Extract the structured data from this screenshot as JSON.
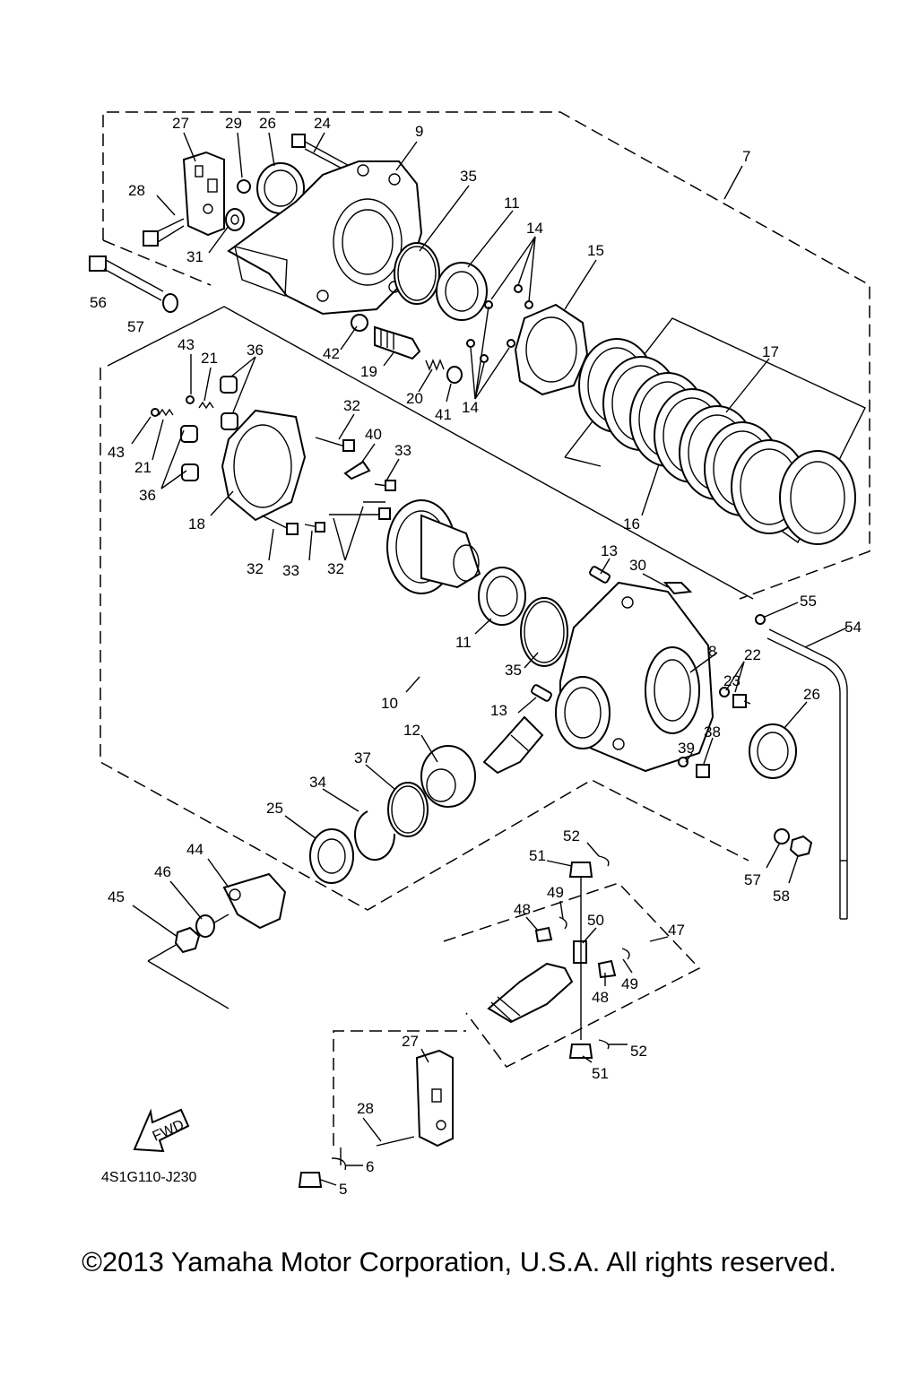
{
  "diagram": {
    "code": "4S1G110-J230",
    "fwd_label": "FWD",
    "callouts": [
      "27",
      "29",
      "26",
      "24",
      "9",
      "7",
      "28",
      "35",
      "11",
      "14",
      "15",
      "31",
      "56",
      "57",
      "43",
      "36",
      "21",
      "42",
      "19",
      "17",
      "20",
      "41",
      "14",
      "32",
      "40",
      "43",
      "21",
      "33",
      "36",
      "18",
      "16",
      "32",
      "33",
      "32",
      "13",
      "30",
      "55",
      "54",
      "11",
      "8",
      "22",
      "23",
      "35",
      "10",
      "13",
      "26",
      "12",
      "38",
      "39",
      "37",
      "34",
      "25",
      "52",
      "51",
      "57",
      "58",
      "44",
      "46",
      "45",
      "49",
      "48",
      "50",
      "47",
      "48",
      "49",
      "52",
      "51",
      "27",
      "28",
      "6",
      "5"
    ]
  },
  "footer": {
    "copyright": "©2013 Yamaha Motor Corporation, U.S.A. All rights reserved."
  }
}
